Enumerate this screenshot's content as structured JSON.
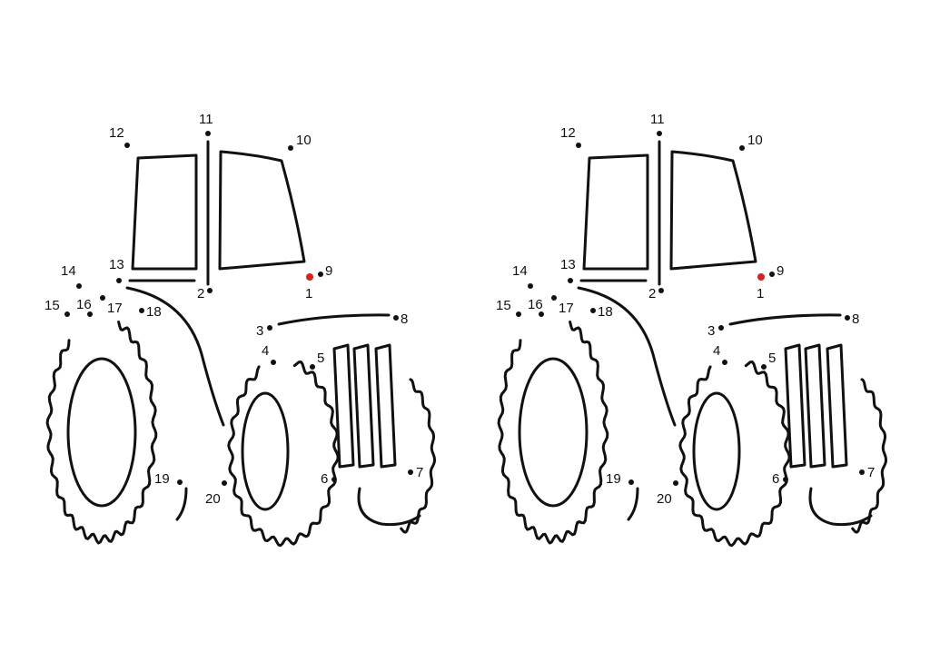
{
  "colors": {
    "ink": "#111111",
    "start_dot": "#e02020",
    "paper": "#ffffff"
  },
  "worksheets": [
    {
      "dots": [
        {
          "n": "1",
          "start": true
        },
        {
          "n": "2"
        },
        {
          "n": "3"
        },
        {
          "n": "4"
        },
        {
          "n": "5"
        },
        {
          "n": "6"
        },
        {
          "n": "7"
        },
        {
          "n": "8"
        },
        {
          "n": "9"
        },
        {
          "n": "10"
        },
        {
          "n": "11"
        },
        {
          "n": "12"
        },
        {
          "n": "13"
        },
        {
          "n": "14"
        },
        {
          "n": "15"
        },
        {
          "n": "16"
        },
        {
          "n": "17"
        },
        {
          "n": "18"
        },
        {
          "n": "19"
        },
        {
          "n": "20"
        }
      ]
    },
    {
      "dots": [
        {
          "n": "1",
          "start": true
        },
        {
          "n": "2"
        },
        {
          "n": "3"
        },
        {
          "n": "4"
        },
        {
          "n": "5"
        },
        {
          "n": "6"
        },
        {
          "n": "7"
        },
        {
          "n": "8"
        },
        {
          "n": "9"
        },
        {
          "n": "10"
        },
        {
          "n": "11"
        },
        {
          "n": "12"
        },
        {
          "n": "13"
        },
        {
          "n": "14"
        },
        {
          "n": "15"
        },
        {
          "n": "16"
        },
        {
          "n": "17"
        },
        {
          "n": "18"
        },
        {
          "n": "19"
        },
        {
          "n": "20"
        }
      ]
    }
  ]
}
